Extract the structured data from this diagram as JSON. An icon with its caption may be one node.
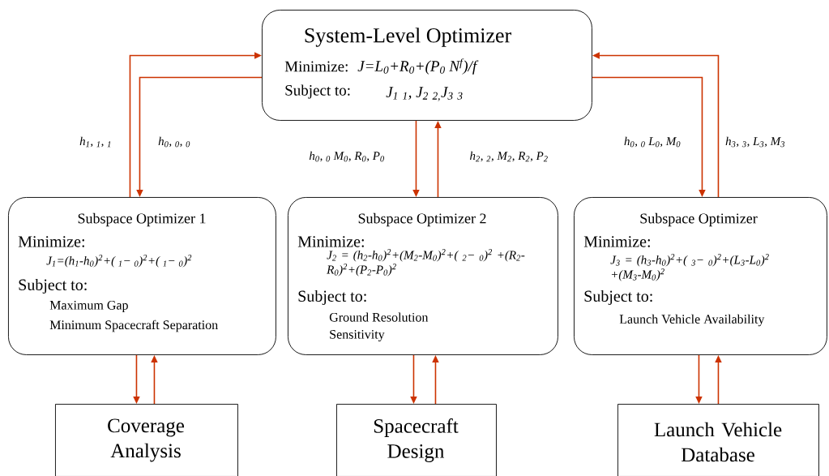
{
  "diagram": {
    "nodes": [
      {
        "text": [
          "System-Level Optimizer",
          "Minimize:",
          "J=L$_{0}$+R$_{0}$+(P$_{0}$ N$^{f}$)/f",
          "Subject to:",
          "J$_{1}$ $_{1}$, J$_{2}$ $_{2,}$J$_{3}$ $_{3}$"
        ]
      },
      {
        "text": [
          "Subspace Optimizer 1",
          "Minimize:",
          "J$_{1}$=(h$_{1}$-h$_{0}$)$^{2}$+( $_{1}$− $_{0}$)$^{2}$+( $_{1}$− $_{0}$)$^{2}$",
          "Subject to:",
          "Maximum Gap",
          "Minimum Spacecraft Separation"
        ]
      },
      {
        "text": [
          "Subspace Optimizer 2",
          "Minimize:",
          "J$_{2}$ = (h$_{2}$-h$_{0}$)$^{2}$+(M$_{2}$-M$_{0}$)$^{2}$+( $_{2}$− $_{0}$)$^{2}$ +(R$_{2}$-R$_{0}$)$^{2}$+(P$_{2}$-P$_{0}$)$^{2}$",
          "Subject to:",
          "Ground Resolution",
          "Sensitivity"
        ]
      },
      {
        "text": [
          "Subspace Optimizer",
          "Minimize:",
          "J$_{3}$ = (h$_{3}$-h$_{0}$)$^{2}$+( $_{3}$− $_{0}$)$^{2}$+(L$_{3}$-L$_{0}$)$^{2}$ +(M$_{3}$-M$_{0}$)$^{2}$",
          "Subject to:",
          "Launch Vehicle Availability"
        ]
      },
      {
        "text": [
          "Coverage Analysis"
        ]
      },
      {
        "text": [
          "Spacecraft Design"
        ]
      },
      {
        "text": [
          "Launch Vehicle Database"
        ]
      }
    ],
    "edges": [
      {
        "from": 1,
        "to": 0,
        "arrow": "to",
        "label": "h$_{1}$, $_{1}$, $_{1}$"
      },
      {
        "from": 0,
        "to": 1,
        "arrow": "to",
        "label": "h$_{0}$, $_{0}$, $_{0}$"
      },
      {
        "from": 0,
        "to": 2,
        "arrow": "to",
        "label": "h$_{0}$, $_{0}$ M$_{0}$, R$_{0}$, P$_{0}$"
      },
      {
        "from": 2,
        "to": 0,
        "arrow": "to",
        "label": "h$_{2}$, $_{2}$, M$_{2}$, R$_{2}$, P$_{2}$"
      },
      {
        "from": 0,
        "to": 3,
        "arrow": "to",
        "label": "h$_{0}$, $_{0}$ L$_{0}$, M$_{0}$"
      },
      {
        "from": 3,
        "to": 0,
        "arrow": "to",
        "label": "h$_{3}$, $_{3}$, L$_{3}$, M$_{3}$"
      },
      {
        "from": 1,
        "to": 4,
        "arrow": "to"
      },
      {
        "from": 4,
        "to": 1,
        "arrow": "to"
      },
      {
        "from": 2,
        "to": 5,
        "arrow": "to"
      },
      {
        "from": 5,
        "to": 2,
        "arrow": "to"
      },
      {
        "from": 3,
        "to": 6,
        "arrow": "to"
      },
      {
        "from": 6,
        "to": 3,
        "arrow": "to"
      }
    ]
  }
}
